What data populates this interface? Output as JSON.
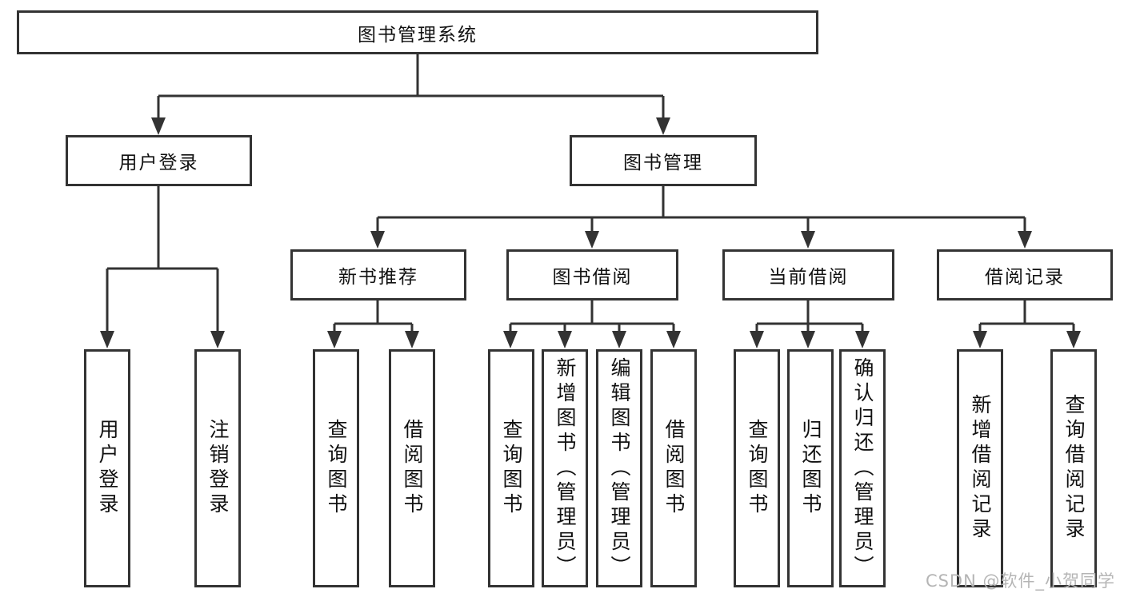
{
  "diagram": {
    "title": "图书管理系统",
    "level1": [
      {
        "label": "用户登录"
      },
      {
        "label": "图书管理"
      }
    ],
    "level2": [
      {
        "label": "新书推荐",
        "parent": "图书管理"
      },
      {
        "label": "图书借阅",
        "parent": "图书管理"
      },
      {
        "label": "当前借阅",
        "parent": "图书管理"
      },
      {
        "label": "借阅记录",
        "parent": "图书管理"
      }
    ],
    "leaves": [
      {
        "label": "用户登录",
        "parent": "用户登录"
      },
      {
        "label": "注销登录",
        "parent": "用户登录"
      },
      {
        "label": "查询图书",
        "parent": "新书推荐"
      },
      {
        "label": "借阅图书",
        "parent": "新书推荐"
      },
      {
        "label": "查询图书",
        "parent": "图书借阅"
      },
      {
        "label": "新增图书（管理员）",
        "parent": "图书借阅"
      },
      {
        "label": "编辑图书（管理员）",
        "parent": "图书借阅"
      },
      {
        "label": "借阅图书",
        "parent": "图书借阅"
      },
      {
        "label": "查询图书",
        "parent": "当前借阅"
      },
      {
        "label": "归还图书",
        "parent": "当前借阅"
      },
      {
        "label": "确认归还（管理员）",
        "parent": "当前借阅"
      },
      {
        "label": "新增借阅记录",
        "parent": "借阅记录"
      },
      {
        "label": "查询借阅记录",
        "parent": "借阅记录"
      }
    ],
    "colors": {
      "line": "#333333",
      "text": "#111111",
      "background": "#ffffff"
    }
  },
  "watermark": {
    "text": "CSDN @软件_小贺同学",
    "color": "#b5b5b5"
  }
}
